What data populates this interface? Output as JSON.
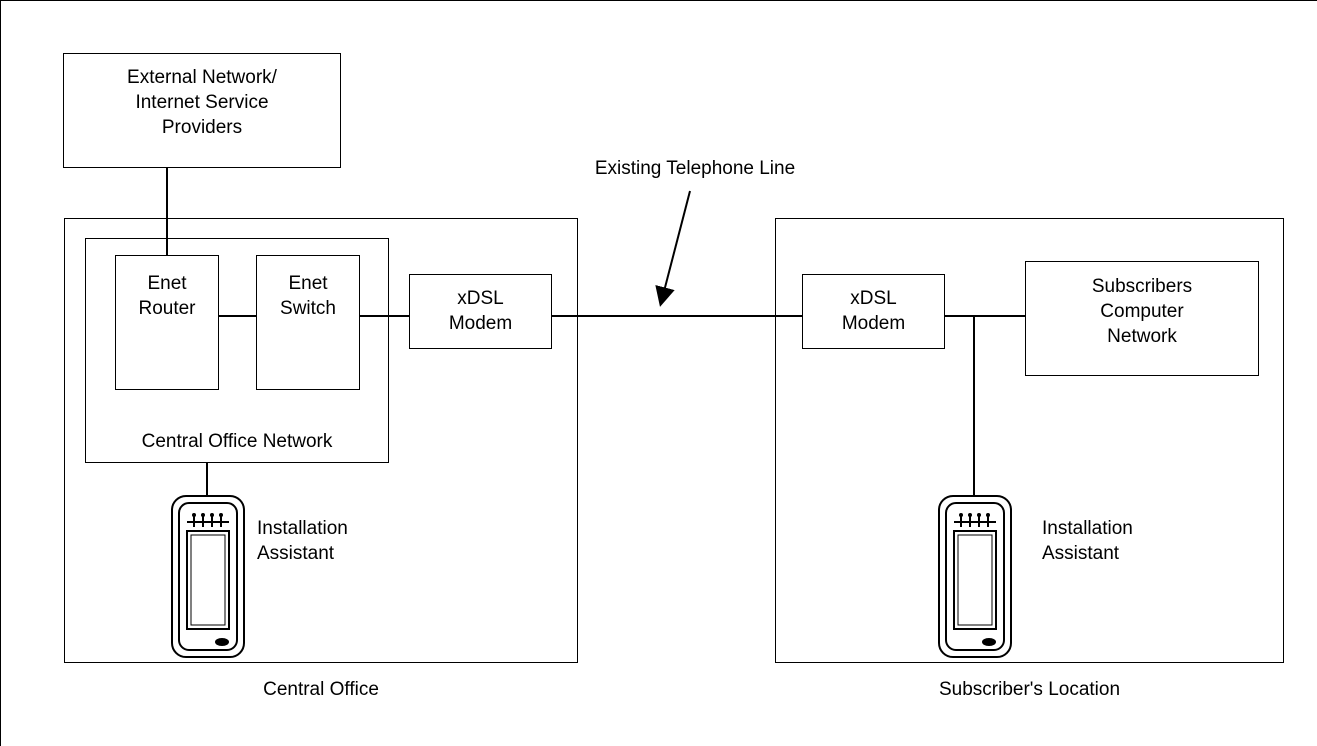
{
  "nodes": {
    "external_network": "External Network/\nInternet Service\nProviders",
    "enet_router": "Enet\nRouter",
    "enet_switch": "Enet\nSwitch",
    "co_modem": "xDSL\nModem",
    "co_network": "Central Office Network",
    "co_assistant": "Installation\nAssistant",
    "co_caption": "Central Office",
    "telephone_line": "Existing Telephone Line",
    "sub_modem": "xDSL\nModem",
    "sub_network": "Subscribers\nComputer\nNetwork",
    "sub_assistant": "Installation\nAssistant",
    "sub_caption": "Subscriber's Location"
  },
  "device_icon": "handheld-tester-icon"
}
